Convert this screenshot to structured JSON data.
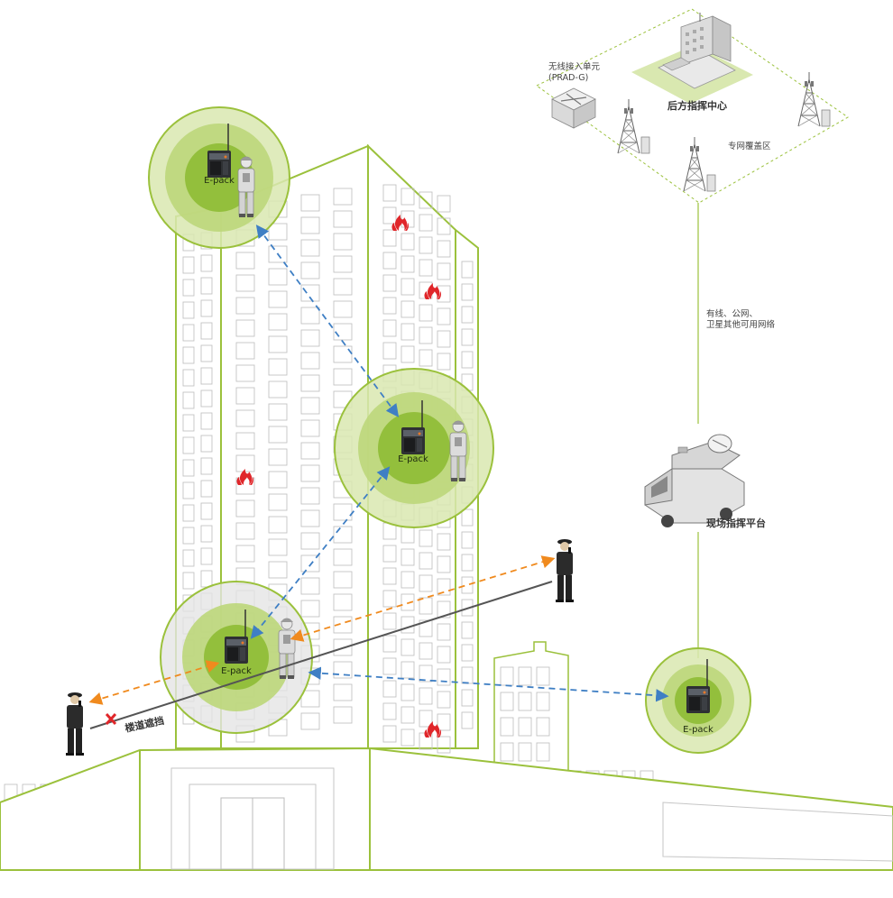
{
  "labels": {
    "wireless_unit_line1": "无线接入单元",
    "wireless_unit_line2": "(PRAD-G)",
    "command_center": "后方指挥中心",
    "private_net": "专网覆盖区",
    "networks_line1": "有线、公网、",
    "networks_line2": "卫星其他可用网络",
    "field_platform": "现场指挥平台",
    "stair_block": "楼道遮挡",
    "epack": "E-pack"
  },
  "colors": {
    "green_line": "#9bc13c",
    "green_outer": "#d9e8b0",
    "green_mid": "#bcd77a",
    "green_inner": "#93bf3c",
    "blue_arrow": "#3f7fc4",
    "orange_arrow": "#f08a1e",
    "fire": "#e0262a"
  },
  "icons": [
    "fire-icon",
    "radio-icon",
    "firefighter-icon",
    "police-icon",
    "tower-icon",
    "building-icon",
    "van-icon",
    "switch-icon"
  ]
}
